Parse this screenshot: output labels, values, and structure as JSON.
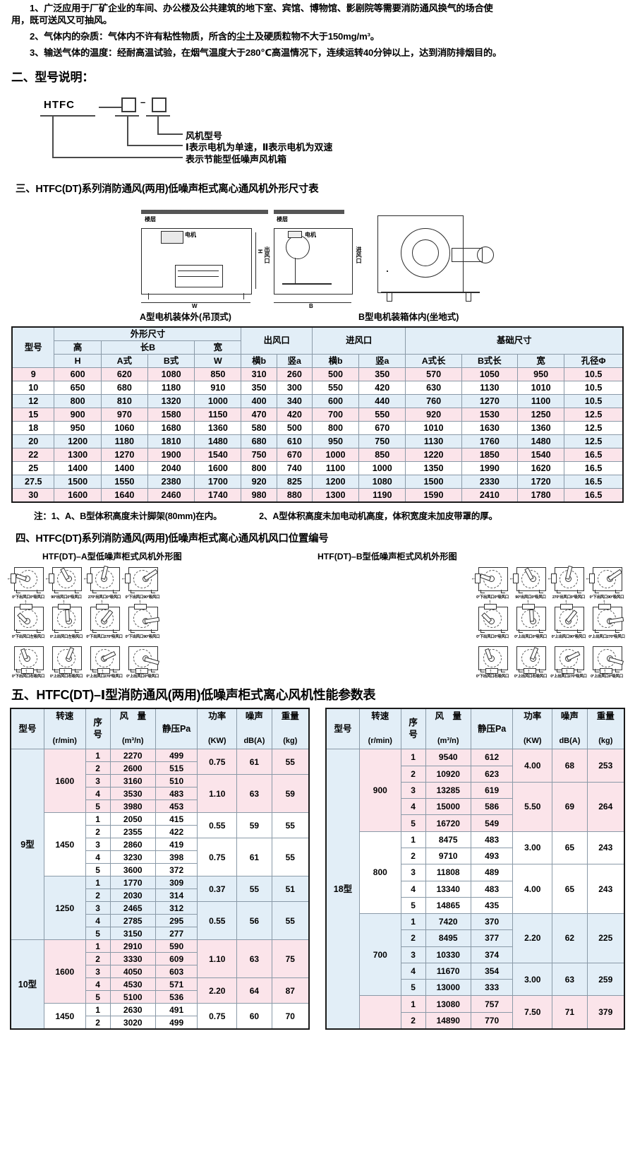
{
  "intro": {
    "items": [
      "1、广泛应用于厂矿企业的车间、办公楼及公共建筑的地下室、宾馆、博物馆、影剧院等需要消防通风换气的场合使",
      "用，既可送风又可抽风。",
      "2、气体内的杂质：气体内不许有粘性物质，所含的尘土及硬质粒物不大于150mg/m³。",
      "3、输送气体的温度：经耐高温试验，在烟气温度大于280℃高温情况下，连续运转40分钟以上，达到消防排烟目的。"
    ]
  },
  "sections": {
    "s2_title": "二、型号说明：",
    "s3_title": "三、HTFC(DT)系列消防通风(两用)低噪声柜式离心通风机外形尺寸表",
    "s4_title": "四、HTFC(DT)系列消防通风(两用)低噪声柜式离心通风机风口位置编号",
    "s5_title": "五、HTFC(DT)–Ⅰ型消防通风(两用)低噪声柜式离心风机性能参数表"
  },
  "model_code": {
    "code": "HTFC",
    "box1": "",
    "dash": "–",
    "box2": "",
    "legend": [
      "风机型号",
      "Ⅰ表示电机为单速，Ⅱ表示电机为双速",
      "表示节能型低噪声风机箱"
    ]
  },
  "drawing": {
    "captions": [
      "A型电机装体外(吊顶式)",
      "B型电机装箱体内(坐地式)"
    ],
    "labels": [
      "楼层",
      "电机",
      "楼层",
      "电机",
      "出风口",
      "进风口",
      "H",
      "W",
      "B"
    ]
  },
  "dim_table": {
    "groups": [
      "外形尺寸",
      "出风口",
      "进风口",
      "基础尺寸"
    ],
    "sub": [
      "高",
      "长B",
      "宽"
    ],
    "headers": [
      "型号",
      "H",
      "A式",
      "B式",
      "W",
      "横b",
      "竖a",
      "横b",
      "竖a",
      "A式长",
      "B式长",
      "宽",
      "孔径Φ"
    ],
    "rows": [
      [
        "9",
        "600",
        "620",
        "1080",
        "850",
        "310",
        "260",
        "500",
        "350",
        "570",
        "1050",
        "950",
        "10.5"
      ],
      [
        "10",
        "650",
        "680",
        "1180",
        "910",
        "350",
        "300",
        "550",
        "420",
        "630",
        "1130",
        "1010",
        "10.5"
      ],
      [
        "12",
        "800",
        "810",
        "1320",
        "1000",
        "400",
        "340",
        "600",
        "440",
        "760",
        "1270",
        "1100",
        "10.5"
      ],
      [
        "15",
        "900",
        "970",
        "1580",
        "1150",
        "470",
        "420",
        "700",
        "550",
        "920",
        "1530",
        "1250",
        "12.5"
      ],
      [
        "18",
        "950",
        "1060",
        "1680",
        "1360",
        "580",
        "500",
        "800",
        "670",
        "1010",
        "1630",
        "1360",
        "12.5"
      ],
      [
        "20",
        "1200",
        "1180",
        "1810",
        "1480",
        "680",
        "610",
        "950",
        "750",
        "1130",
        "1760",
        "1480",
        "12.5"
      ],
      [
        "22",
        "1300",
        "1270",
        "1900",
        "1540",
        "750",
        "670",
        "1000",
        "850",
        "1220",
        "1850",
        "1540",
        "16.5"
      ],
      [
        "25",
        "1400",
        "1400",
        "2040",
        "1600",
        "800",
        "740",
        "1100",
        "1000",
        "1350",
        "1990",
        "1620",
        "16.5"
      ],
      [
        "27.5",
        "1500",
        "1550",
        "2380",
        "1700",
        "920",
        "825",
        "1200",
        "1080",
        "1500",
        "2330",
        "1720",
        "16.5"
      ],
      [
        "30",
        "1600",
        "1640",
        "2460",
        "1740",
        "980",
        "880",
        "1300",
        "1190",
        "1590",
        "2410",
        "1780",
        "16.5"
      ]
    ],
    "note1": "注：1、A、B型体积高度未计脚架(80mm)在内。",
    "note2": "2、A型体积高度未加电动机高度，体积宽度未加皮带罩的厚。"
  },
  "fan_diagrams": {
    "head_a": "HTF(DT)–A型低噪声柜式风机外形图",
    "head_b": "HTF(DT)–B型低噪声柜式风机外形图",
    "row1_a": [
      "0°下出风口0°吸风口",
      "90°出风口0°吸风口",
      "270°出风口0°吸风口",
      "0°下出风口90°吸风口"
    ],
    "row1_b": [
      "0°下出风口0°吸风口",
      "90°出风口0°吸风口",
      "270°出风口0°吸风口",
      "0°下出风口90°吸风口"
    ],
    "row2_a": [
      "0°下出风口左吸风口",
      "0°上出风口左吸风口",
      "0°下出风口270°吸风口",
      "0°下出风口90°吸风口"
    ],
    "row2_b": [
      "0°下出风口0°吸风口",
      "0°上出风口0°吸风口",
      "0°上出风口90°吸风口",
      "0°上出风口270°吸风口"
    ],
    "row3_a": [
      "0°下出风口右吸风口",
      "0°上出风口右吸风口",
      "0°上出风口270°吸风口",
      "0°上出风口0°吸风口"
    ],
    "row3_b": [
      "0°下出风口右吸风口",
      "0°上出风口右吸风口",
      "0°上出风口270°吸风口",
      "0°上出风口0°吸风口"
    ]
  },
  "perf_table": {
    "headers": {
      "model": "型号",
      "rpm": "转速",
      "rpm_unit": "(r/min)",
      "no": "序号",
      "flow": "风　量",
      "flow_unit": "(m³/n)",
      "sp": "静压Pa",
      "kw": "功率",
      "kw_unit": "(KW)",
      "db": "噪声",
      "db_unit": "dB(A)",
      "kg": "重量",
      "kg_unit": "(kg)"
    },
    "left": [
      {
        "model": "9型",
        "blocks": [
          {
            "rpm": "1600",
            "tint": "pink",
            "rows": [
              [
                "1",
                "2270",
                "499"
              ],
              [
                "2",
                "2600",
                "515"
              ],
              [
                "3",
                "3160",
                "510"
              ],
              [
                "4",
                "3530",
                "483"
              ],
              [
                "5",
                "3980",
                "453"
              ]
            ],
            "merges": [
              {
                "span": 2,
                "kw": "0.75",
                "db": "61",
                "kg": "55"
              },
              {
                "span": 3,
                "kw": "1.10",
                "db": "63",
                "kg": "59"
              }
            ]
          },
          {
            "rpm": "1450",
            "tint": "white",
            "rows": [
              [
                "1",
                "2050",
                "415"
              ],
              [
                "2",
                "2355",
                "422"
              ],
              [
                "3",
                "2860",
                "419"
              ],
              [
                "4",
                "3230",
                "398"
              ],
              [
                "5",
                "3600",
                "372"
              ]
            ],
            "merges": [
              {
                "span": 2,
                "kw": "0.55",
                "db": "59",
                "kg": "55"
              },
              {
                "span": 3,
                "kw": "0.75",
                "db": "61",
                "kg": "55"
              }
            ]
          },
          {
            "rpm": "1250",
            "tint": "blue",
            "rows": [
              [
                "1",
                "1770",
                "309"
              ],
              [
                "2",
                "2030",
                "314"
              ],
              [
                "3",
                "2465",
                "312"
              ],
              [
                "4",
                "2785",
                "295"
              ],
              [
                "5",
                "3150",
                "277"
              ]
            ],
            "merges": [
              {
                "span": 2,
                "kw": "0.37",
                "db": "55",
                "kg": "51"
              },
              {
                "span": 3,
                "kw": "0.55",
                "db": "56",
                "kg": "55"
              }
            ]
          }
        ]
      },
      {
        "model": "10型",
        "blocks": [
          {
            "rpm": "1600",
            "tint": "pink",
            "rows": [
              [
                "1",
                "2910",
                "590"
              ],
              [
                "2",
                "3330",
                "609"
              ],
              [
                "3",
                "4050",
                "603"
              ],
              [
                "4",
                "4530",
                "571"
              ],
              [
                "5",
                "5100",
                "536"
              ]
            ],
            "merges": [
              {
                "span": 3,
                "kw": "1.10",
                "db": "63",
                "kg": "75"
              },
              {
                "span": 2,
                "kw": "2.20",
                "db": "64",
                "kg": "87"
              }
            ]
          },
          {
            "rpm": "1450",
            "tint": "white",
            "rows": [
              [
                "1",
                "2630",
                "491"
              ],
              [
                "2",
                "3020",
                "499"
              ]
            ],
            "merges": [
              {
                "span": 2,
                "kw": "0.75",
                "db": "60",
                "kg": "70"
              }
            ]
          }
        ]
      }
    ],
    "right": [
      {
        "model": "18型",
        "blocks": [
          {
            "rpm": "900",
            "tint": "pink",
            "rows": [
              [
                "1",
                "9540",
                "612"
              ],
              [
                "2",
                "10920",
                "623"
              ],
              [
                "3",
                "13285",
                "619"
              ],
              [
                "4",
                "15000",
                "586"
              ],
              [
                "5",
                "16720",
                "549"
              ]
            ],
            "merges": [
              {
                "span": 2,
                "kw": "4.00",
                "db": "68",
                "kg": "253"
              },
              {
                "span": 3,
                "kw": "5.50",
                "db": "69",
                "kg": "264"
              }
            ]
          },
          {
            "rpm": "800",
            "tint": "white",
            "rows": [
              [
                "1",
                "8475",
                "483"
              ],
              [
                "2",
                "9710",
                "493"
              ],
              [
                "3",
                "11808",
                "489"
              ],
              [
                "4",
                "13340",
                "483"
              ],
              [
                "5",
                "14865",
                "435"
              ]
            ],
            "merges": [
              {
                "span": 2,
                "kw": "3.00",
                "db": "65",
                "kg": "243"
              },
              {
                "span": 3,
                "kw": "4.00",
                "db": "65",
                "kg": "243"
              }
            ]
          },
          {
            "rpm": "700",
            "tint": "blue",
            "rows": [
              [
                "1",
                "7420",
                "370"
              ],
              [
                "2",
                "8495",
                "377"
              ],
              [
                "3",
                "10330",
                "374"
              ],
              [
                "4",
                "11670",
                "354"
              ],
              [
                "5",
                "13000",
                "333"
              ]
            ],
            "merges": [
              {
                "span": 3,
                "kw": "2.20",
                "db": "62",
                "kg": "225"
              },
              {
                "span": 2,
                "kw": "3.00",
                "db": "63",
                "kg": "259"
              }
            ]
          },
          {
            "rpm": "",
            "tint": "pink",
            "rows": [
              [
                "1",
                "13080",
                "757"
              ],
              [
                "2",
                "14890",
                "770"
              ]
            ],
            "merges": [
              {
                "span": 2,
                "kw": "7.50",
                "db": "71",
                "kg": "379"
              }
            ]
          }
        ]
      }
    ]
  }
}
